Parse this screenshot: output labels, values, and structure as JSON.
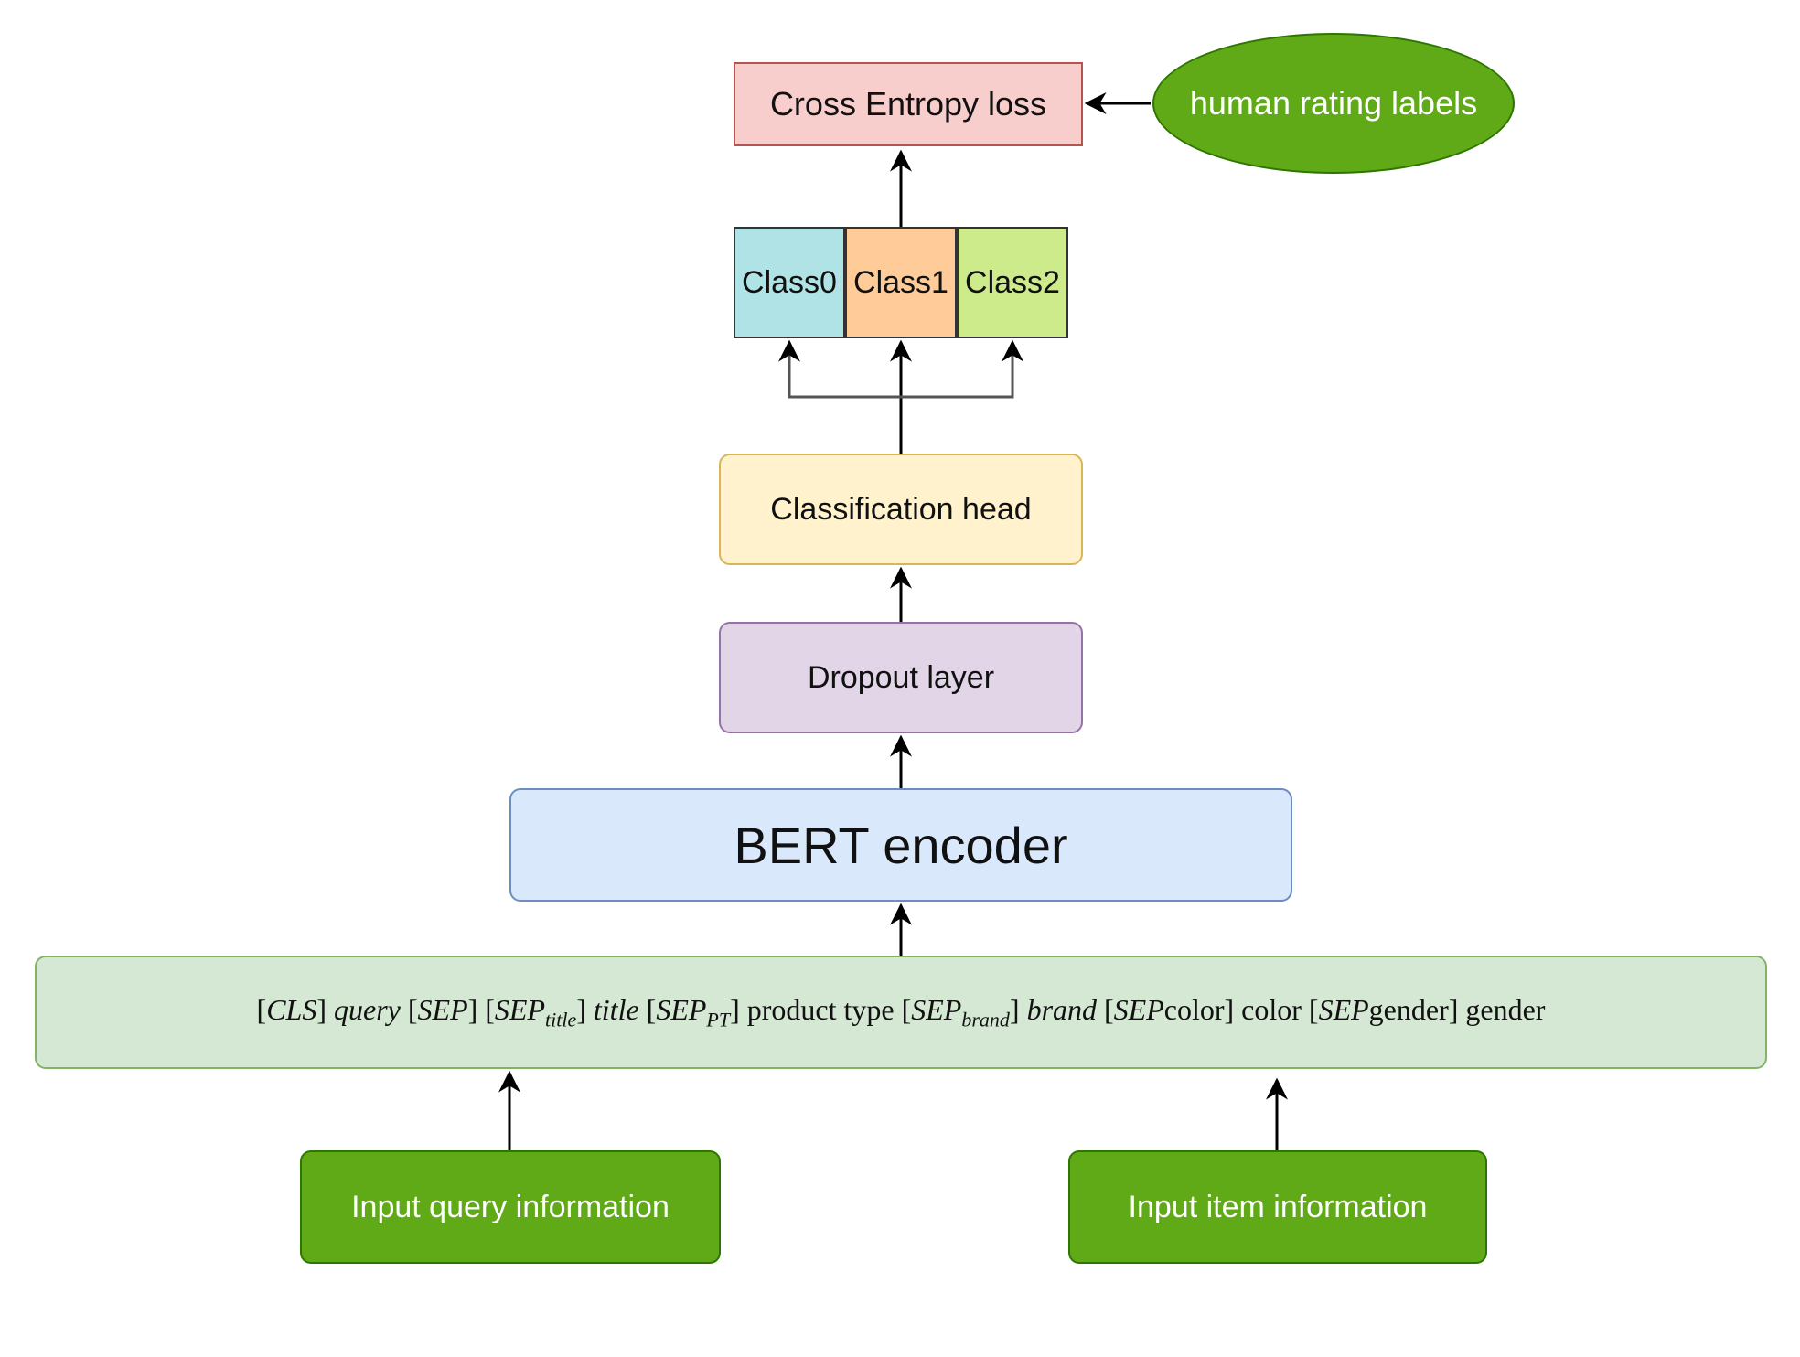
{
  "diagram": {
    "loss": "Cross Entropy loss",
    "labels": "human rating labels",
    "classes": [
      "Class0",
      "Class1",
      "Class2"
    ],
    "head": "Classification head",
    "dropout": "Dropout layer",
    "encoder": "BERT encoder",
    "sequence": {
      "open1": "[",
      "cls": "CLS",
      "close1": "] ",
      "query": "query",
      "open2": " [",
      "sep": "SEP",
      "close2": "] ",
      "open3": "[",
      "sep_title": "SEP",
      "sub_title": "title",
      "close3": "] ",
      "title": "title",
      "open4": " [",
      "sep_pt": "SEP",
      "sub_pt": "PT",
      "close4": "] ",
      "product_type": "product type",
      "open5": " [",
      "sep_brand": "SEP",
      "sub_brand": "brand",
      "close5": "] ",
      "brand": "brand",
      "open6": " [",
      "sep_color": "SEP",
      "color_tag": "color",
      "close6": "] ",
      "color": "color",
      "open7": " [",
      "sep_gender": "SEP",
      "gender_tag": "gender",
      "close7": "] ",
      "gender": "gender"
    },
    "input_query": "Input query information",
    "input_item": "Input item information"
  }
}
